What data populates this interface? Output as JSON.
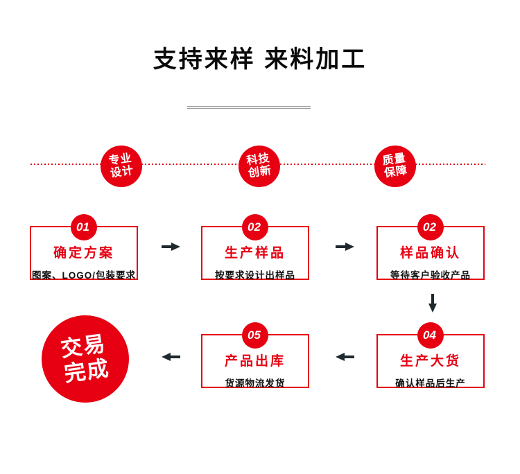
{
  "title": "支持来样 来料加工",
  "colors": {
    "brand_red": "#e60012",
    "arrow_dark": "#1f2a2e",
    "divider_gray": "#9b9b9b",
    "title_black": "#0a0a0a"
  },
  "feature_badges": [
    {
      "line1": "专业",
      "line2": "设计"
    },
    {
      "line1": "科技",
      "line2": "创新"
    },
    {
      "line1": "质量",
      "line2": "保障"
    }
  ],
  "steps": [
    {
      "badge": "01",
      "title": "确定方案",
      "subtitle": "图案、LOGO/包装要求"
    },
    {
      "badge": "02",
      "title": "生产样品",
      "subtitle": "按要求设计出样品"
    },
    {
      "badge": "02",
      "title": "样品确认",
      "subtitle": "等待客户验收产品"
    },
    {
      "badge": "04",
      "title": "生产大货",
      "subtitle": "确认样品后生产"
    },
    {
      "badge": "05",
      "title": "产品出库",
      "subtitle": "货源物流发货"
    }
  ],
  "final_circle": {
    "line1": "交易",
    "line2": "完成"
  },
  "icons": {
    "arrow_right": "right-arrow",
    "arrow_left": "left-arrow",
    "arrow_down": "down-arrow"
  }
}
